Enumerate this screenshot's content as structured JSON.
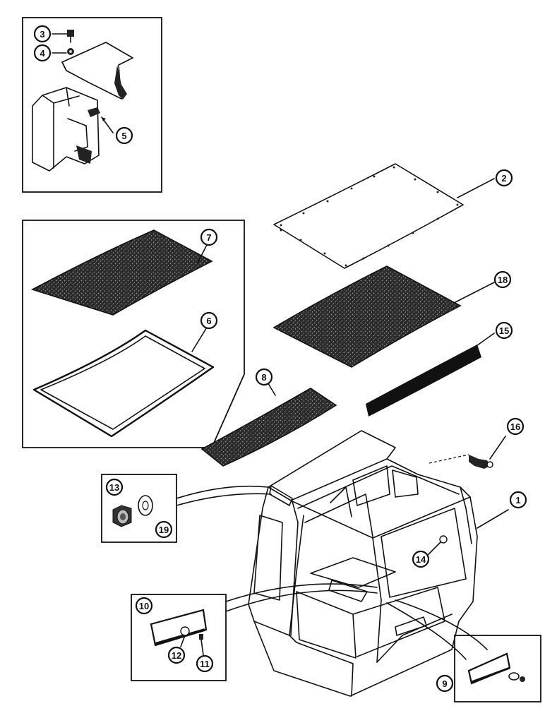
{
  "figure": {
    "callouts": [
      {
        "id": "callout-1",
        "label": "1"
      },
      {
        "id": "callout-2",
        "label": "2"
      },
      {
        "id": "callout-3",
        "label": "3"
      },
      {
        "id": "callout-4",
        "label": "4"
      },
      {
        "id": "callout-5",
        "label": "5"
      },
      {
        "id": "callout-6",
        "label": "6"
      },
      {
        "id": "callout-7",
        "label": "7"
      },
      {
        "id": "callout-8",
        "label": "8"
      },
      {
        "id": "callout-9",
        "label": "9"
      },
      {
        "id": "callout-10",
        "label": "10"
      },
      {
        "id": "callout-11",
        "label": "11"
      },
      {
        "id": "callout-12",
        "label": "12"
      },
      {
        "id": "callout-13",
        "label": "13"
      },
      {
        "id": "callout-14",
        "label": "14"
      },
      {
        "id": "callout-15",
        "label": "15"
      },
      {
        "id": "callout-16",
        "label": "16"
      },
      {
        "id": "callout-18",
        "label": "18"
      },
      {
        "id": "callout-19",
        "label": "19"
      }
    ]
  }
}
